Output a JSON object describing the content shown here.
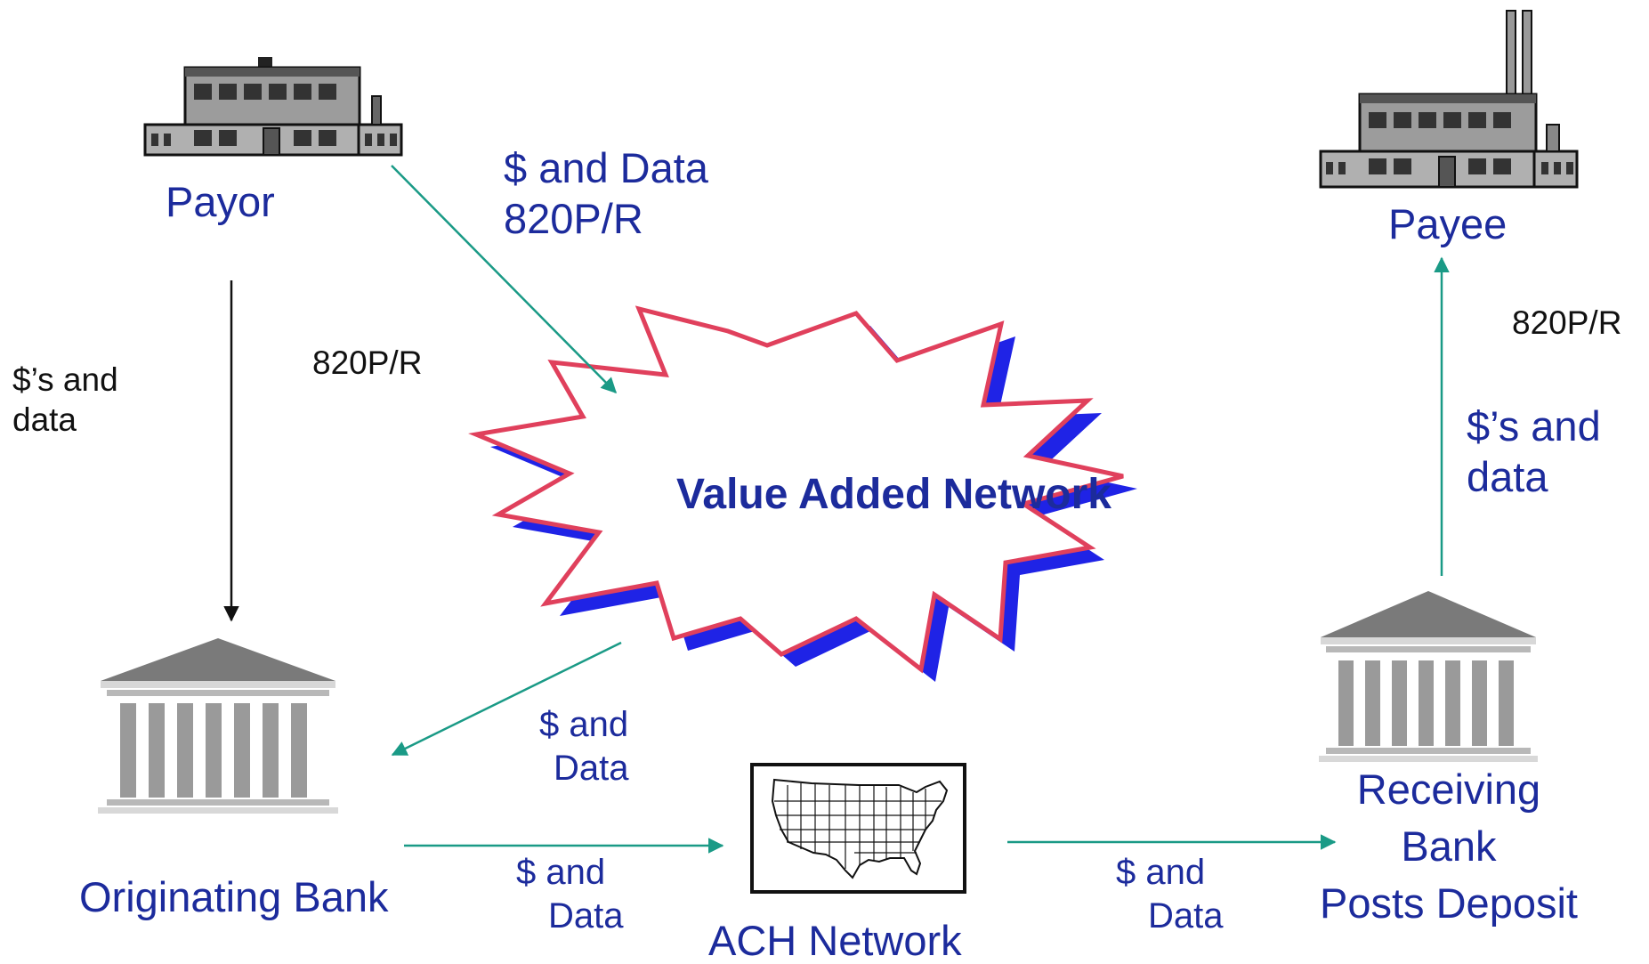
{
  "nodes": {
    "payor": {
      "label": "Payor"
    },
    "payee": {
      "label": "Payee"
    },
    "originating_bank": {
      "label": "Originating Bank"
    },
    "receiving_bank": {
      "line1": "Receiving",
      "line2": "Bank",
      "line3": "Posts Deposit"
    },
    "ach_network": {
      "label": "ACH Network"
    },
    "van": {
      "label": "Value Added Network"
    }
  },
  "edges": {
    "payor_to_van": {
      "line1": "$ and Data",
      "line2": "820P/R"
    },
    "payor_to_bank_left": {
      "line1": "$’s and",
      "line2": "data"
    },
    "payor_to_bank_right": {
      "label": "820P/R"
    },
    "van_to_bank": {
      "line1": "$  and",
      "line2": "Data"
    },
    "bank_to_ach": {
      "line1": "$ and",
      "line2": "Data"
    },
    "ach_to_receiving": {
      "line1": "$ and",
      "line2": "Data"
    },
    "receiving_to_payee_top": {
      "label": "820P/R"
    },
    "receiving_to_payee": {
      "line1": "$’s and",
      "line2": "data"
    }
  },
  "colors": {
    "label_blue": "#1c2b9c",
    "arrow_teal": "#1a9a86",
    "burst_outline": "#e0405c",
    "burst_shadow": "#1f23e6"
  }
}
